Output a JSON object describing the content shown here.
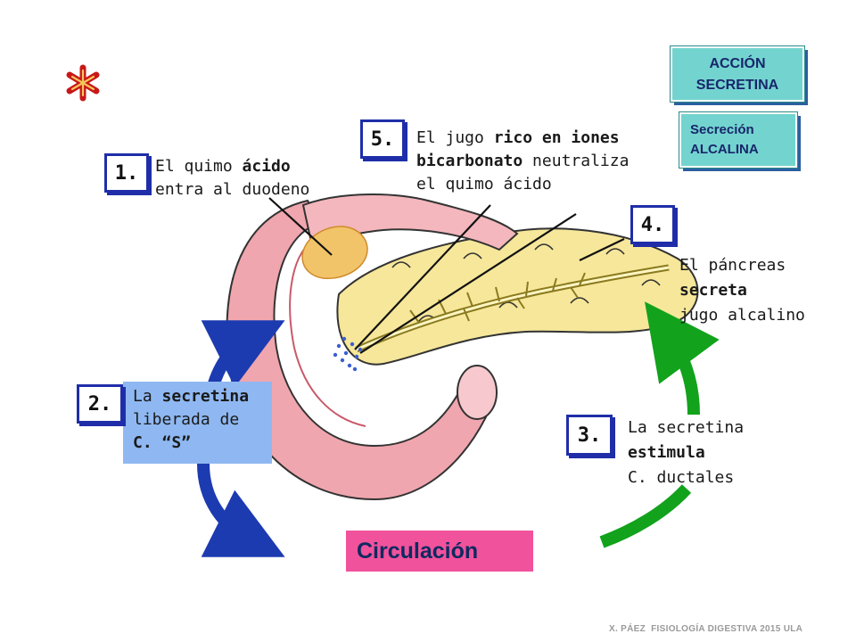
{
  "colors": {
    "blue_arrow": "#1d3bb0",
    "green_arrow": "#12a21c",
    "circulation_bg": "#f1529c",
    "secretina_label_bg": "#8fb8f2",
    "teal_box_bg": "#73d4cf",
    "number_box_border": "#1f2ea8",
    "asterisk": "#c81818"
  },
  "icons": {
    "asterisk": "red-asterisk-icon"
  },
  "header": {
    "accion_line1": "ACCIÓN",
    "accion_line2": "SECRETINA",
    "secrecion_line1": "Secreción",
    "secrecion_line2": "ALCALINA"
  },
  "steps": {
    "s1": {
      "number": "1.",
      "line1_a": "El quimo ",
      "line1_b": "ácido",
      "line2": "entra al duodeno"
    },
    "s2": {
      "number": "2.",
      "line1_a": "La ",
      "line1_b": "secretina",
      "line2": "liberada de",
      "line3": "C. “S”"
    },
    "s3": {
      "number": "3.",
      "line1": "La secretina",
      "line2": "estimula",
      "line3": "C. ductales"
    },
    "s4": {
      "number": "4.",
      "line1": "El páncreas",
      "line2": "secreta",
      "line3": "jugo alcalino"
    },
    "s5": {
      "number": "5.",
      "line1_a": "El jugo ",
      "line1_b": "rico en iones",
      "line2_a": "bicarbonato",
      "line2_b": " neutraliza",
      "line3": "el quimo ácido"
    }
  },
  "circulation": "Circulación",
  "footer": "X. PÁEZ  FISIOLOGÍA DIGESTIVA 2015 ULA"
}
